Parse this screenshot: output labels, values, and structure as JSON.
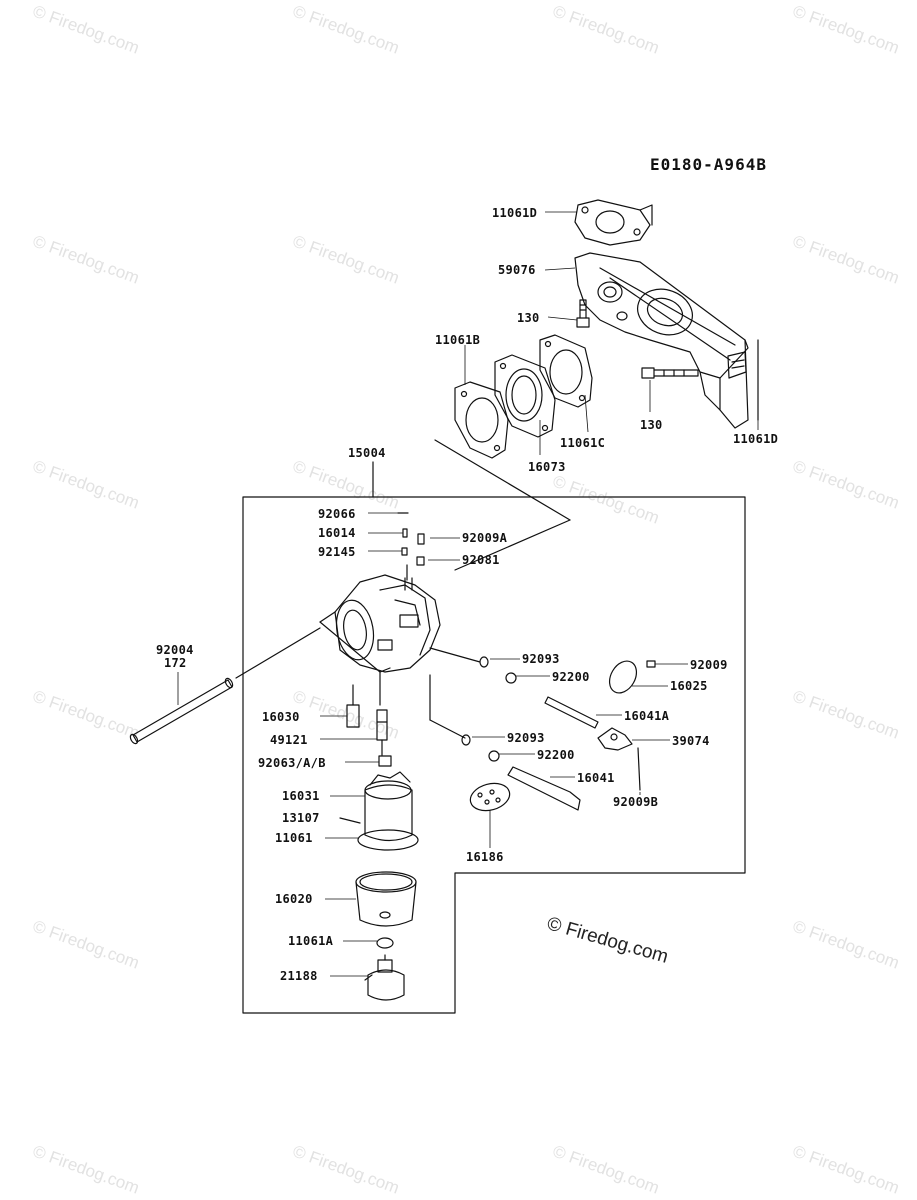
{
  "diagram_code": "E0180-A964B",
  "watermark": "© Firedog.com",
  "parts": {
    "p11061D_top": "11061D",
    "p59076": "59076",
    "p130_left": "130",
    "p11061B": "11061B",
    "p130_right": "130",
    "p11061C": "11061C",
    "p16073": "16073",
    "p11061D_right": "11061D",
    "p15004": "15004",
    "p92066": "92066",
    "p16014": "16014",
    "p92009A": "92009A",
    "p92145": "92145",
    "p92081": "92081",
    "p92004": "92004",
    "p172": "172",
    "p92093_a": "92093",
    "p92009": "92009",
    "p92200_a": "92200",
    "p16025": "16025",
    "p16030": "16030",
    "p16041A": "16041A",
    "p49121": "49121",
    "p92093_b": "92093",
    "p39074": "39074",
    "p92200_b": "92200",
    "p92063": "92063/A/B",
    "p16031": "16031",
    "p16041": "16041",
    "p92009B": "92009B",
    "p13107": "13107",
    "p11061": "11061",
    "p16186": "16186",
    "p16020": "16020",
    "p11061A": "11061A",
    "p21188": "21188"
  },
  "colors": {
    "ink": "#111111",
    "watermark": "#e2e2e2"
  }
}
